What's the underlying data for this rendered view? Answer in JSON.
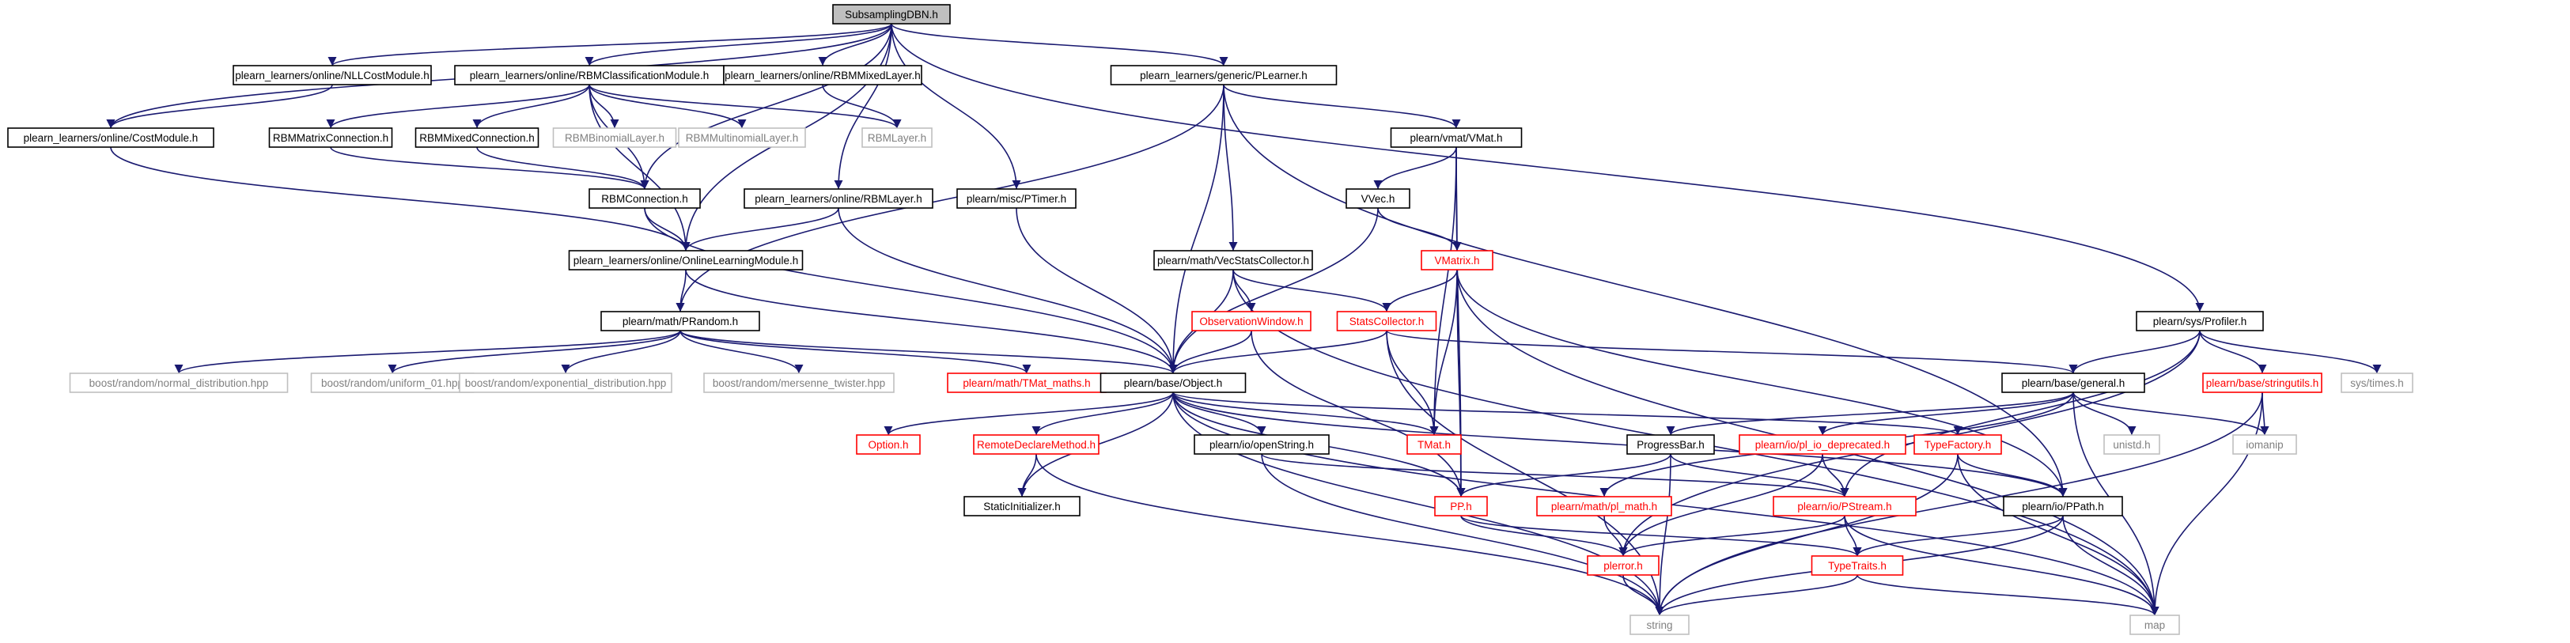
{
  "nodes": [
    {
      "id": "root",
      "label": "SubsamplingDBN.h",
      "kind": "root"
    },
    {
      "id": "nllcost",
      "label": "plearn_learners/online/NLLCostModule.h",
      "kind": "black"
    },
    {
      "id": "rbmclass",
      "label": "plearn_learners/online/RBMClassificationModule.h",
      "kind": "black"
    },
    {
      "id": "rbmmixedlayer",
      "label": "plearn_learners/online/RBMMixedLayer.h",
      "kind": "black"
    },
    {
      "id": "plearner",
      "label": "plearn_learners/generic/PLearner.h",
      "kind": "black"
    },
    {
      "id": "costmodule",
      "label": "plearn_learners/online/CostModule.h",
      "kind": "black"
    },
    {
      "id": "rbmmatrixconn",
      "label": "RBMMatrixConnection.h",
      "kind": "black"
    },
    {
      "id": "rbmmixedconn",
      "label": "RBMMixedConnection.h",
      "kind": "black"
    },
    {
      "id": "rbmbinomial",
      "label": "RBMBinomialLayer.h",
      "kind": "gray"
    },
    {
      "id": "rbmmultinomial",
      "label": "RBMMultinomialLayer.h",
      "kind": "gray"
    },
    {
      "id": "rbmlayer_h",
      "label": "RBMLayer.h",
      "kind": "gray"
    },
    {
      "id": "vmat",
      "label": "plearn/vmat/VMat.h",
      "kind": "black"
    },
    {
      "id": "rbmconnection",
      "label": "RBMConnection.h",
      "kind": "black"
    },
    {
      "id": "rbmlayer_online",
      "label": "plearn_learners/online/RBMLayer.h",
      "kind": "black"
    },
    {
      "id": "ptimer",
      "label": "plearn/misc/PTimer.h",
      "kind": "black"
    },
    {
      "id": "vvec",
      "label": "VVec.h",
      "kind": "black"
    },
    {
      "id": "olm",
      "label": "plearn_learners/online/OnlineLearningModule.h",
      "kind": "black"
    },
    {
      "id": "vecstats",
      "label": "plearn/math/VecStatsCollector.h",
      "kind": "black"
    },
    {
      "id": "vmatrix",
      "label": "VMatrix.h",
      "kind": "red"
    },
    {
      "id": "prandom",
      "label": "plearn/math/PRandom.h",
      "kind": "black"
    },
    {
      "id": "obswindow",
      "label": "ObservationWindow.h",
      "kind": "red"
    },
    {
      "id": "statscollector",
      "label": "StatsCollector.h",
      "kind": "red"
    },
    {
      "id": "profiler",
      "label": "plearn/sys/Profiler.h",
      "kind": "black"
    },
    {
      "id": "normal",
      "label": "boost/random/normal_distribution.hpp",
      "kind": "gray"
    },
    {
      "id": "uniform01",
      "label": "boost/random/uniform_01.hpp",
      "kind": "gray"
    },
    {
      "id": "exponential",
      "label": "boost/random/exponential_distribution.hpp",
      "kind": "gray"
    },
    {
      "id": "mersenne",
      "label": "boost/random/mersenne_twister.hpp",
      "kind": "gray"
    },
    {
      "id": "tmatmaths",
      "label": "plearn/math/TMat_maths.h",
      "kind": "red"
    },
    {
      "id": "object",
      "label": "plearn/base/Object.h",
      "kind": "black"
    },
    {
      "id": "general",
      "label": "plearn/base/general.h",
      "kind": "black"
    },
    {
      "id": "stringutils",
      "label": "plearn/base/stringutils.h",
      "kind": "red"
    },
    {
      "id": "systimes",
      "label": "sys/times.h",
      "kind": "gray"
    },
    {
      "id": "option",
      "label": "Option.h",
      "kind": "red"
    },
    {
      "id": "remotedecl",
      "label": "RemoteDeclareMethod.h",
      "kind": "red"
    },
    {
      "id": "openstring",
      "label": "plearn/io/openString.h",
      "kind": "black"
    },
    {
      "id": "tmat",
      "label": "TMat.h",
      "kind": "red"
    },
    {
      "id": "progressbar",
      "label": "ProgressBar.h",
      "kind": "black"
    },
    {
      "id": "pliodep",
      "label": "plearn/io/pl_io_deprecated.h",
      "kind": "red"
    },
    {
      "id": "typefactory",
      "label": "TypeFactory.h",
      "kind": "red"
    },
    {
      "id": "unistd",
      "label": "unistd.h",
      "kind": "gray"
    },
    {
      "id": "iomanip",
      "label": "iomanip",
      "kind": "gray"
    },
    {
      "id": "staticinit",
      "label": "StaticInitializer.h",
      "kind": "black"
    },
    {
      "id": "pp",
      "label": "PP.h",
      "kind": "red"
    },
    {
      "id": "plmath",
      "label": "plearn/math/pl_math.h",
      "kind": "red"
    },
    {
      "id": "pstream",
      "label": "plearn/io/PStream.h",
      "kind": "red"
    },
    {
      "id": "ppath",
      "label": "plearn/io/PPath.h",
      "kind": "black"
    },
    {
      "id": "perror",
      "label": "plerror.h",
      "kind": "red"
    },
    {
      "id": "typetraits",
      "label": "TypeTraits.h",
      "kind": "red"
    },
    {
      "id": "string",
      "label": "string",
      "kind": "gray"
    },
    {
      "id": "map",
      "label": "map",
      "kind": "gray"
    }
  ],
  "edges": [
    [
      "root",
      "nllcost"
    ],
    [
      "root",
      "rbmclass"
    ],
    [
      "root",
      "rbmmixedlayer"
    ],
    [
      "root",
      "plearner"
    ],
    [
      "root",
      "costmodule"
    ],
    [
      "root",
      "olm"
    ],
    [
      "root",
      "rbmconnection"
    ],
    [
      "root",
      "rbmlayer_online"
    ],
    [
      "root",
      "ptimer"
    ],
    [
      "root",
      "profiler"
    ],
    [
      "nllcost",
      "costmodule"
    ],
    [
      "rbmclass",
      "rbmmatrixconn"
    ],
    [
      "rbmclass",
      "rbmmixedconn"
    ],
    [
      "rbmclass",
      "rbmbinomial"
    ],
    [
      "rbmclass",
      "rbmmultinomial"
    ],
    [
      "rbmclass",
      "rbmlayer_h"
    ],
    [
      "rbmclass",
      "rbmconnection"
    ],
    [
      "rbmclass",
      "olm"
    ],
    [
      "rbmmixedlayer",
      "rbmlayer_h"
    ],
    [
      "costmodule",
      "olm"
    ],
    [
      "rbmmatrixconn",
      "rbmconnection"
    ],
    [
      "rbmmixedconn",
      "rbmconnection"
    ],
    [
      "rbmconnection",
      "olm"
    ],
    [
      "rbmconnection",
      "object"
    ],
    [
      "rbmlayer_online",
      "olm"
    ],
    [
      "rbmlayer_online",
      "object"
    ],
    [
      "ptimer",
      "object"
    ],
    [
      "plearner",
      "vmat"
    ],
    [
      "plearner",
      "vecstats"
    ],
    [
      "plearner",
      "prandom"
    ],
    [
      "plearner",
      "object"
    ],
    [
      "plearner",
      "ppath"
    ],
    [
      "vmat",
      "vvec"
    ],
    [
      "vmat",
      "vmatrix"
    ],
    [
      "vmat",
      "tmat"
    ],
    [
      "vmat",
      "pp"
    ],
    [
      "vvec",
      "vmatrix"
    ],
    [
      "vvec",
      "object"
    ],
    [
      "olm",
      "prandom"
    ],
    [
      "olm",
      "object"
    ],
    [
      "vecstats",
      "obswindow"
    ],
    [
      "vecstats",
      "statscollector"
    ],
    [
      "vecstats",
      "object"
    ],
    [
      "vecstats",
      "map"
    ],
    [
      "vmatrix",
      "statscollector"
    ],
    [
      "vmatrix",
      "tmat"
    ],
    [
      "vmatrix",
      "pp"
    ],
    [
      "vmatrix",
      "map"
    ],
    [
      "vmatrix",
      "ppath"
    ],
    [
      "prandom",
      "normal"
    ],
    [
      "prandom",
      "uniform01"
    ],
    [
      "prandom",
      "exponential"
    ],
    [
      "prandom",
      "mersenne"
    ],
    [
      "prandom",
      "tmatmaths"
    ],
    [
      "prandom",
      "object"
    ],
    [
      "obswindow",
      "object"
    ],
    [
      "obswindow",
      "pp"
    ],
    [
      "statscollector",
      "object"
    ],
    [
      "statscollector",
      "tmat"
    ],
    [
      "statscollector",
      "string"
    ],
    [
      "statscollector",
      "general"
    ],
    [
      "profiler",
      "general"
    ],
    [
      "profiler",
      "stringutils"
    ],
    [
      "profiler",
      "systimes"
    ],
    [
      "profiler",
      "perror"
    ],
    [
      "profiler",
      "pstream"
    ],
    [
      "object",
      "option"
    ],
    [
      "object",
      "remotedecl"
    ],
    [
      "object",
      "openstring"
    ],
    [
      "object",
      "staticinit"
    ],
    [
      "object",
      "tmat"
    ],
    [
      "object",
      "pp"
    ],
    [
      "object",
      "string"
    ],
    [
      "object",
      "map"
    ],
    [
      "object",
      "typefactory"
    ],
    [
      "object",
      "ppath"
    ],
    [
      "general",
      "progressbar"
    ],
    [
      "general",
      "pliodep"
    ],
    [
      "general",
      "plmath"
    ],
    [
      "general",
      "unistd"
    ],
    [
      "general",
      "iomanip"
    ],
    [
      "general",
      "map"
    ],
    [
      "stringutils",
      "iomanip"
    ],
    [
      "stringutils",
      "string"
    ],
    [
      "stringutils",
      "map"
    ],
    [
      "remotedecl",
      "staticinit"
    ],
    [
      "remotedecl",
      "string"
    ],
    [
      "openstring",
      "pstream"
    ],
    [
      "openstring",
      "string"
    ],
    [
      "progressbar",
      "pp"
    ],
    [
      "progressbar",
      "pstream"
    ],
    [
      "progressbar",
      "string"
    ],
    [
      "pliodep",
      "pstream"
    ],
    [
      "pliodep",
      "perror"
    ],
    [
      "typefactory",
      "ppath"
    ],
    [
      "typefactory",
      "map"
    ],
    [
      "typefactory",
      "string"
    ],
    [
      "pp",
      "perror"
    ],
    [
      "pp",
      "typetraits"
    ],
    [
      "plmath",
      "perror"
    ],
    [
      "pstream",
      "perror"
    ],
    [
      "pstream",
      "typetraits"
    ],
    [
      "pstream",
      "map"
    ],
    [
      "ppath",
      "typetraits"
    ],
    [
      "ppath",
      "string"
    ],
    [
      "ppath",
      "map"
    ],
    [
      "perror",
      "string"
    ],
    [
      "typetraits",
      "string"
    ],
    [
      "typetraits",
      "map"
    ]
  ],
  "colors": {
    "edge": "#191970",
    "black_border": "#000000",
    "red_border": "#ff0000",
    "gray_border": "#bfbfbf",
    "root_fill": "#bfbfbf",
    "text_black": "#000000",
    "text_red": "#ff0000",
    "text_gray": "#808080"
  }
}
